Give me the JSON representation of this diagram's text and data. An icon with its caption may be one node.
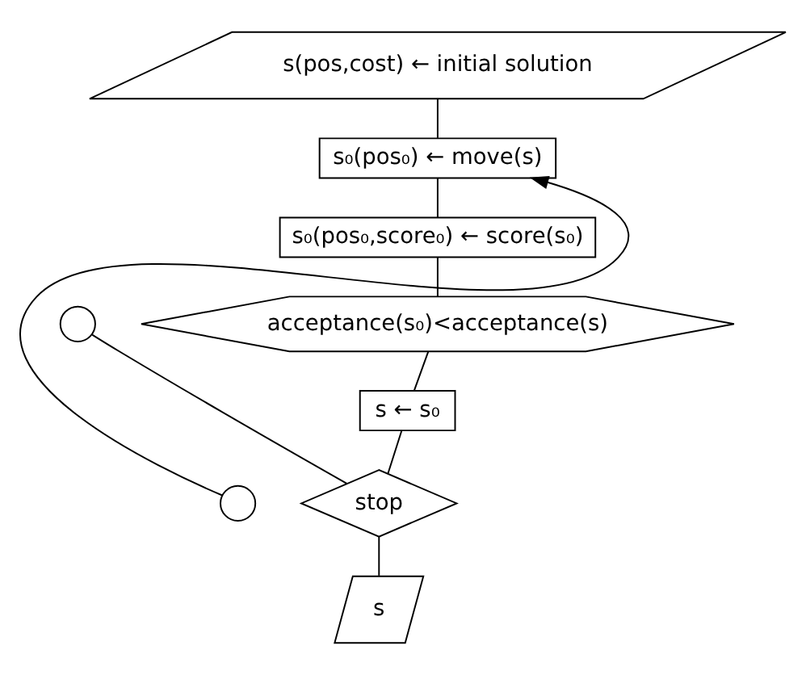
{
  "diagram": {
    "nodes": [
      {
        "text": [
          "s(pos,cost) ← initial solution"
        ]
      },
      {
        "text": [
          "s₀(pos₀) ← move(s)"
        ]
      },
      {
        "text": [
          "s₀(pos₀,score₀) ← score(s₀)"
        ]
      },
      {
        "text": [
          "acceptance(s₀)<acceptance(s)"
        ]
      },
      {
        "text": [],
        "shape": "circle"
      },
      {
        "text": [
          "s ← s₀"
        ]
      },
      {
        "text": [],
        "shape": "circle"
      },
      {
        "text": [
          "stop"
        ]
      },
      {
        "text": [
          "s"
        ]
      }
    ],
    "edges": [
      {
        "from": 0,
        "to": 1,
        "arrow": "none"
      },
      {
        "from": 1,
        "to": 2,
        "arrow": "none"
      },
      {
        "from": 2,
        "to": 3,
        "arrow": "none"
      },
      {
        "from": 3,
        "to": 5,
        "arrow": "none"
      },
      {
        "from": 4,
        "to": 7,
        "arrow": "none"
      },
      {
        "from": 5,
        "to": 7,
        "arrow": "none"
      },
      {
        "from": 6,
        "to": 1,
        "arrow": "to"
      },
      {
        "from": 7,
        "to": 8,
        "arrow": "none"
      }
    ]
  }
}
